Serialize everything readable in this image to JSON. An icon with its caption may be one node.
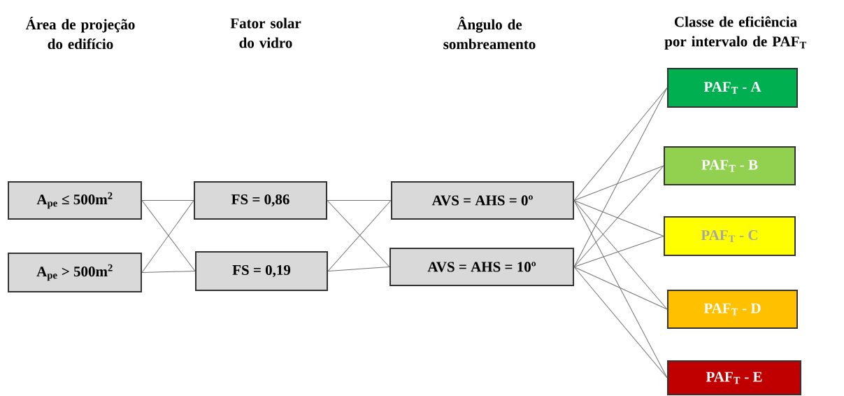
{
  "diagram": {
    "nodes": [
      {
        "text": [
          "A$_{pe}$ ≤ 500m$^{2}$"
        ]
      },
      {
        "text": [
          "A$_{pe}$ > 500m$^{2}$"
        ]
      },
      {
        "text": [
          "FS = 0,86"
        ]
      },
      {
        "text": [
          "FS = 0,19"
        ]
      },
      {
        "text": [
          "AVS = AHS = 0º"
        ]
      },
      {
        "text": [
          "AVS = AHS = 10º"
        ]
      },
      {
        "text": [
          "PAF$_{T}$ - A"
        ]
      },
      {
        "text": [
          "PAF$_{T}$ - B"
        ]
      },
      {
        "text": [
          "PAF$_{T}$ - C"
        ]
      },
      {
        "text": [
          "PAF$_{T}$ - D"
        ]
      },
      {
        "text": [
          "PAF$_{T}$ - E"
        ]
      }
    ],
    "edges": [
      {
        "from": 0,
        "to": 2,
        "arrow": "none"
      },
      {
        "from": 0,
        "to": 3,
        "arrow": "none"
      },
      {
        "from": 1,
        "to": 2,
        "arrow": "none"
      },
      {
        "from": 1,
        "to": 3,
        "arrow": "none"
      },
      {
        "from": 2,
        "to": 4,
        "arrow": "none"
      },
      {
        "from": 2,
        "to": 5,
        "arrow": "none"
      },
      {
        "from": 3,
        "to": 4,
        "arrow": "none"
      },
      {
        "from": 3,
        "to": 5,
        "arrow": "none"
      },
      {
        "from": 4,
        "to": 6,
        "arrow": "none"
      },
      {
        "from": 4,
        "to": 7,
        "arrow": "none"
      },
      {
        "from": 4,
        "to": 8,
        "arrow": "none"
      },
      {
        "from": 4,
        "to": 9,
        "arrow": "none"
      },
      {
        "from": 4,
        "to": 10,
        "arrow": "none"
      },
      {
        "from": 5,
        "to": 6,
        "arrow": "none"
      },
      {
        "from": 5,
        "to": 7,
        "arrow": "none"
      },
      {
        "from": 5,
        "to": 8,
        "arrow": "none"
      },
      {
        "from": 5,
        "to": 9,
        "arrow": "none"
      },
      {
        "from": 5,
        "to": 10,
        "arrow": "none"
      }
    ],
    "labels": [
      "Área de projeção do edifício",
      "Fator solar do vidro",
      "Ângulo de sombreamento",
      "Classe de eficiência por intervalo de PAF$_{T}$"
    ]
  }
}
